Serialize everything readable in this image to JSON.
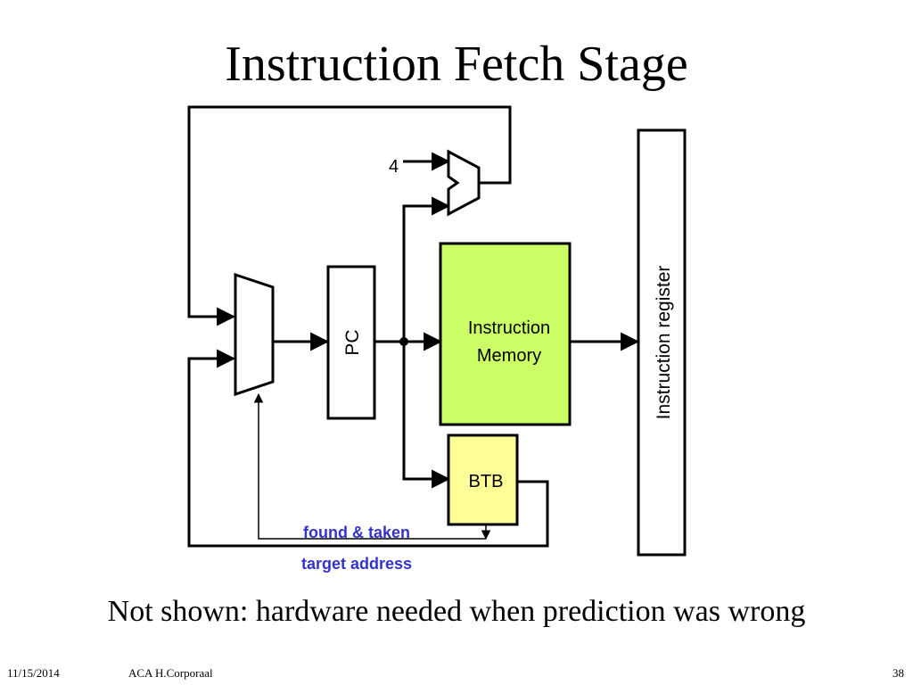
{
  "slide": {
    "title": "Instruction Fetch Stage",
    "note": "Not shown: hardware needed when prediction was wrong"
  },
  "diagram": {
    "adder_constant": "4",
    "pc_label": "PC",
    "instruction_memory_label_line1": "Instruction",
    "instruction_memory_label_line2": "Memory",
    "btb_label": "BTB",
    "instruction_register_label": "Instruction register",
    "found_taken_label": "found & taken",
    "target_address_label": "target address"
  },
  "colors": {
    "instruction_memory_fill": "#ccff66",
    "btb_fill": "#ffff99",
    "signal_label": "#3333cc"
  },
  "footer": {
    "date": "11/15/2014",
    "author": "ACA H.Corporaal",
    "page_number": "38"
  }
}
